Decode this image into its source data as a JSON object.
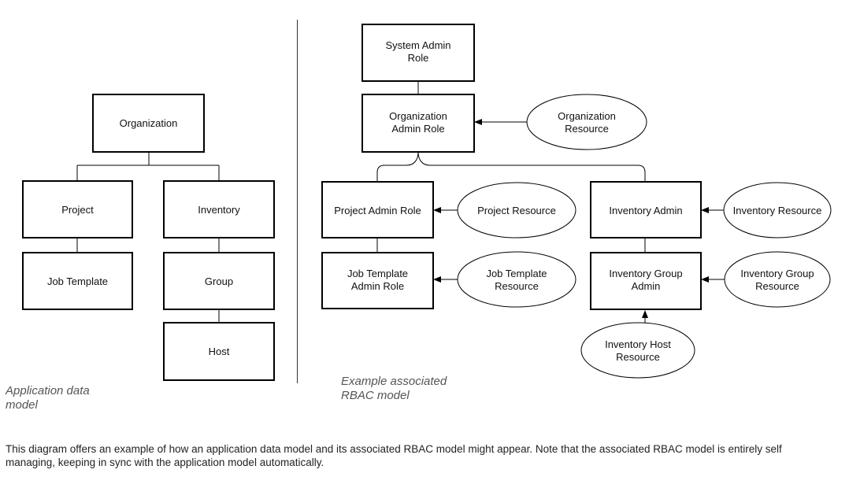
{
  "app_model": {
    "organization": "Organization",
    "project": "Project",
    "inventory": "Inventory",
    "job_template": "Job Template",
    "group": "Group",
    "host": "Host"
  },
  "rbac_model": {
    "system_admin_role": [
      "System Admin",
      "Role"
    ],
    "organization_admin_role": [
      "Organization",
      "Admin Role"
    ],
    "organization_resource": [
      "Organization",
      "Resource"
    ],
    "project_admin_role": "Project Admin Role",
    "project_resource": "Project Resource",
    "inventory_admin": "Inventory Admin",
    "inventory_resource": "Inventory Resource",
    "job_template_admin_role": [
      "Job Template",
      "Admin Role"
    ],
    "job_template_resource": [
      "Job Template",
      "Resource"
    ],
    "inventory_group_admin": [
      "Inventory Group",
      "Admin"
    ],
    "inventory_group_resource": [
      "Inventory Group",
      "Resource"
    ],
    "inventory_host_resource": [
      "Inventory Host",
      "Resource"
    ]
  },
  "captions": {
    "app_model": [
      "Application data",
      "model"
    ],
    "rbac_model": [
      "Example associated",
      "RBAC model"
    ]
  },
  "description": "This diagram offers an example of how an application data model and its associated RBAC model might appear. Note that the associated RBAC model is entirely self managing, keeping in sync with the application model automatically."
}
